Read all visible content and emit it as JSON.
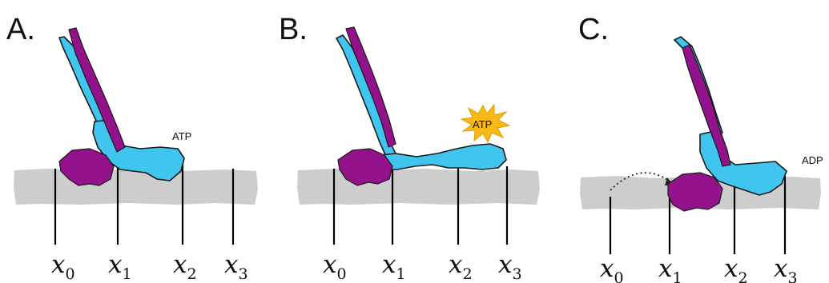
{
  "panels": [
    {
      "letter": "A.",
      "nucleotide": "ATP",
      "positions": [
        {
          "base": "x",
          "sub": "0"
        },
        {
          "base": "x",
          "sub": "1"
        },
        {
          "base": "x",
          "sub": "2"
        },
        {
          "base": "x",
          "sub": "3"
        }
      ]
    },
    {
      "letter": "B.",
      "nucleotide": "ATP",
      "positions": [
        {
          "base": "x",
          "sub": "0"
        },
        {
          "base": "x",
          "sub": "1"
        },
        {
          "base": "x",
          "sub": "2"
        },
        {
          "base": "x",
          "sub": "3"
        }
      ]
    },
    {
      "letter": "C.",
      "nucleotide": "ADP",
      "positions": [
        {
          "base": "x",
          "sub": "0"
        },
        {
          "base": "x",
          "sub": "1"
        },
        {
          "base": "x",
          "sub": "2"
        },
        {
          "base": "x",
          "sub": "3"
        }
      ]
    }
  ],
  "colors": {
    "light_chain": "#3fc5ee",
    "heavy_chain": "#93118a",
    "track": "#cdcdcd",
    "atp_burst": "#f7b915"
  }
}
